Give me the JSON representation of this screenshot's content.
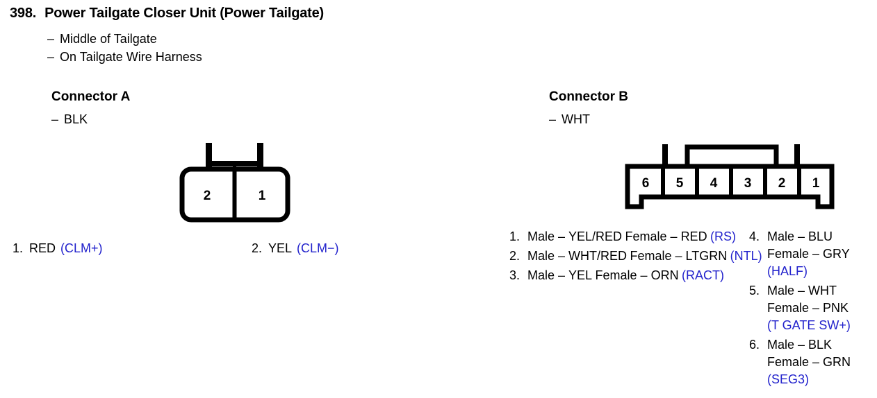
{
  "header": {
    "number": "398.",
    "title": "Power Tailgate Closer Unit (Power Tailgate)",
    "locations": [
      {
        "dash": "–",
        "text": "Middle of Tailgate"
      },
      {
        "dash": "–",
        "text": "On Tailgate Wire Harness"
      }
    ]
  },
  "colors": {
    "signal_blue": "#2222cc",
    "line_black": "#000000",
    "background": "#ffffff"
  },
  "connector_a": {
    "heading": "Connector A",
    "dash": "–",
    "housing_color": "BLK",
    "cavities": [
      "2",
      "1"
    ],
    "pins": [
      {
        "index": "1.",
        "wire": "RED",
        "signal": "(CLM+)"
      },
      {
        "index": "2.",
        "wire": "YEL",
        "signal": "(CLM−)"
      }
    ]
  },
  "connector_b": {
    "heading": "Connector B",
    "dash": "–",
    "housing_color": "WHT",
    "cavities": [
      "6",
      "5",
      "4",
      "3",
      "2",
      "1"
    ],
    "pins_left": [
      {
        "index": "1.",
        "male_label": "Male",
        "male_wire": "YEL/RED",
        "female_label": "Female",
        "female_wire": "RED",
        "signal": "(RS)",
        "dash": "–"
      },
      {
        "index": "2.",
        "male_label": "Male",
        "male_wire": "WHT/RED",
        "female_label": "Female",
        "female_wire": "LTGRN",
        "signal": "(NTL)",
        "dash": "–"
      },
      {
        "index": "3.",
        "male_label": "Male",
        "male_wire": "YEL",
        "female_label": "Female",
        "female_wire": "ORN",
        "signal": "(RACT)",
        "dash": "–"
      }
    ],
    "pins_right": [
      {
        "index": "4.",
        "male_label": "Male",
        "male_wire": "BLU",
        "female_label": "Female",
        "female_wire": "GRY",
        "signal": "(HALF)",
        "dash": "–"
      },
      {
        "index": "5.",
        "male_label": "Male",
        "male_wire": "WHT",
        "female_label": "Female",
        "female_wire": "PNK",
        "signal": "(T GATE SW+)",
        "dash": "–"
      },
      {
        "index": "6.",
        "male_label": "Male",
        "male_wire": "BLK",
        "female_label": "Female",
        "female_wire": "GRN",
        "signal": "(SEG3)",
        "dash": "–"
      }
    ]
  }
}
